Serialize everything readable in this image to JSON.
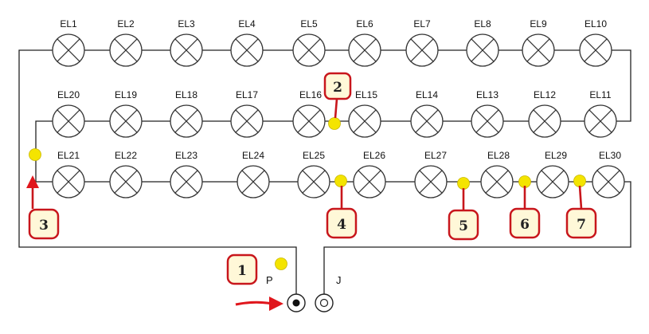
{
  "colors": {
    "wire": "#222222",
    "lamp": "#333333",
    "dot": "#f4e400",
    "badge_border": "#c8161c",
    "badge_fill": "#fff8d8",
    "arrow": "#e0161c"
  },
  "rows": [
    {
      "lamps": [
        "EL1",
        "EL2",
        "EL3",
        "EL4",
        "EL5",
        "EL6",
        "EL7",
        "EL8",
        "EL9",
        "EL10"
      ]
    },
    {
      "lamps": [
        "EL20",
        "EL19",
        "EL18",
        "EL17",
        "EL16",
        "EL15",
        "EL14",
        "EL13",
        "EL12",
        "EL11"
      ]
    },
    {
      "lamps": [
        "EL21",
        "EL22",
        "EL23",
        "EL24",
        "EL25",
        "EL26",
        "EL27",
        "EL28",
        "EL29",
        "EL30"
      ]
    }
  ],
  "terminals": {
    "left_label": "P",
    "right_label": "J"
  },
  "badges": [
    "1",
    "2",
    "3",
    "4",
    "5",
    "6",
    "7"
  ]
}
